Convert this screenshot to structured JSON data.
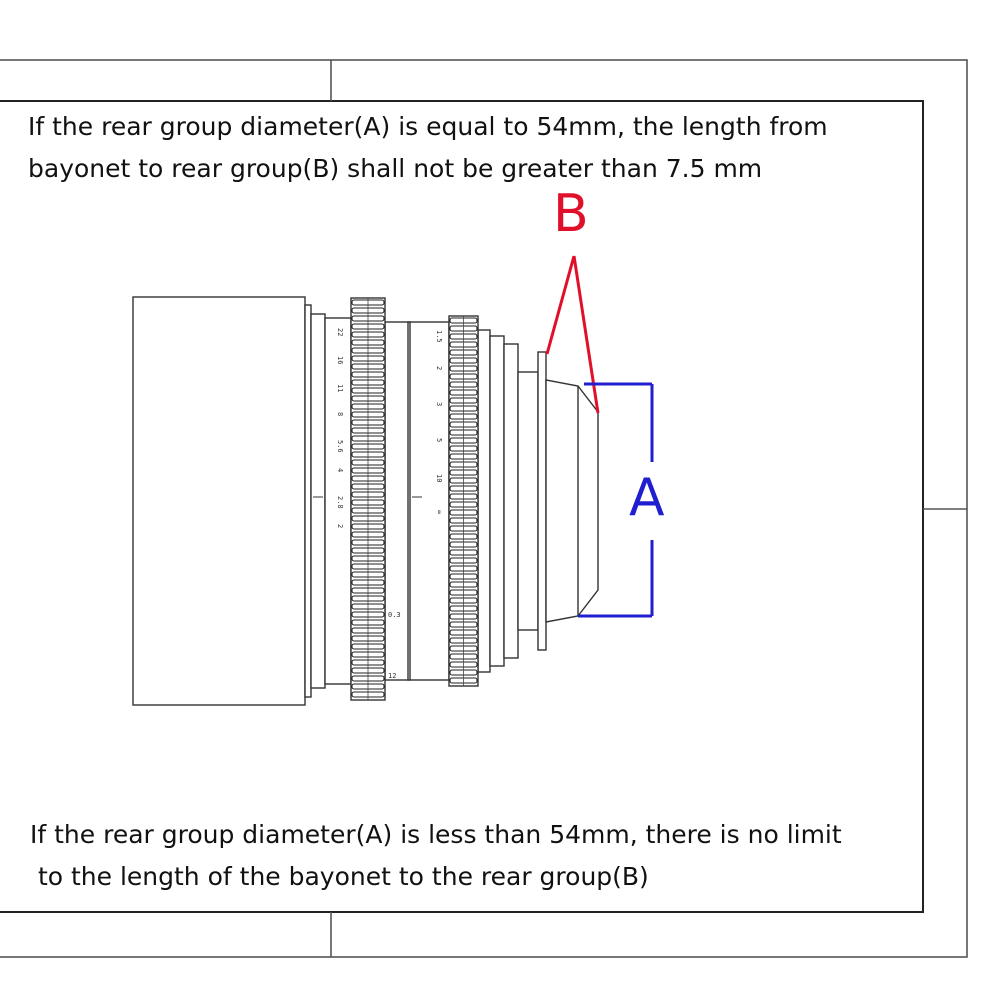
{
  "captions": {
    "top": [
      "If the rear group diameter(A) is equal to 54mm,  the length from",
      "bayonet to rear group(B) shall not be greater than 7.5 mm"
    ],
    "bottom": [
      "If the rear group diameter(A) is less than 54mm, there is no limit",
      " to the length of the bayonet to the rear group(B)"
    ]
  },
  "labels": {
    "a": "A",
    "b": "B"
  },
  "colors": {
    "label_a": "#1f1fd0",
    "label_b": "#e0102a",
    "frame": "#333333"
  },
  "lens": {
    "ring_engravings": [
      "22",
      "16",
      "11",
      "8",
      "5.6",
      "4",
      "2.8",
      "2"
    ],
    "distance_engravings": [
      "1.5",
      "2",
      "3",
      "5",
      "10",
      "∞"
    ],
    "ring_marks": [
      "0.3",
      "12"
    ]
  }
}
